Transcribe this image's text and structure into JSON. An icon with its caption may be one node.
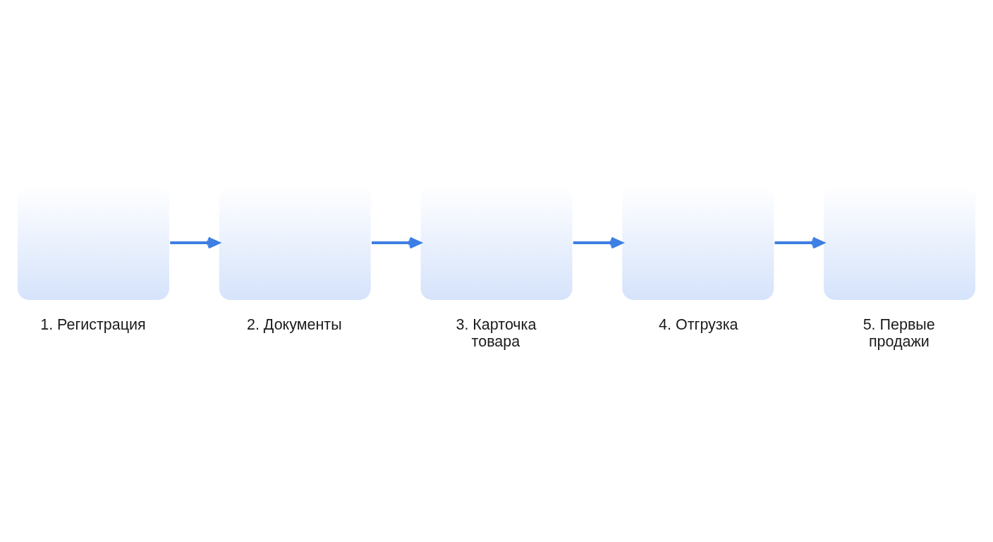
{
  "diagram": {
    "nodes": [
      {
        "text": [
          "1. Регистрация"
        ]
      },
      {
        "text": [
          "2. Документы"
        ]
      },
      {
        "text": [
          "3. Карточка товара"
        ]
      },
      {
        "text": [
          "4. Отгрузка"
        ]
      },
      {
        "text": [
          "5. Первые продажи"
        ]
      }
    ],
    "edges": [
      {
        "from": 0,
        "to": 1,
        "arrow": "to"
      },
      {
        "from": 1,
        "to": 2,
        "arrow": "to"
      },
      {
        "from": 2,
        "to": 3,
        "arrow": "to"
      },
      {
        "from": 3,
        "to": 4,
        "arrow": "to"
      }
    ]
  }
}
